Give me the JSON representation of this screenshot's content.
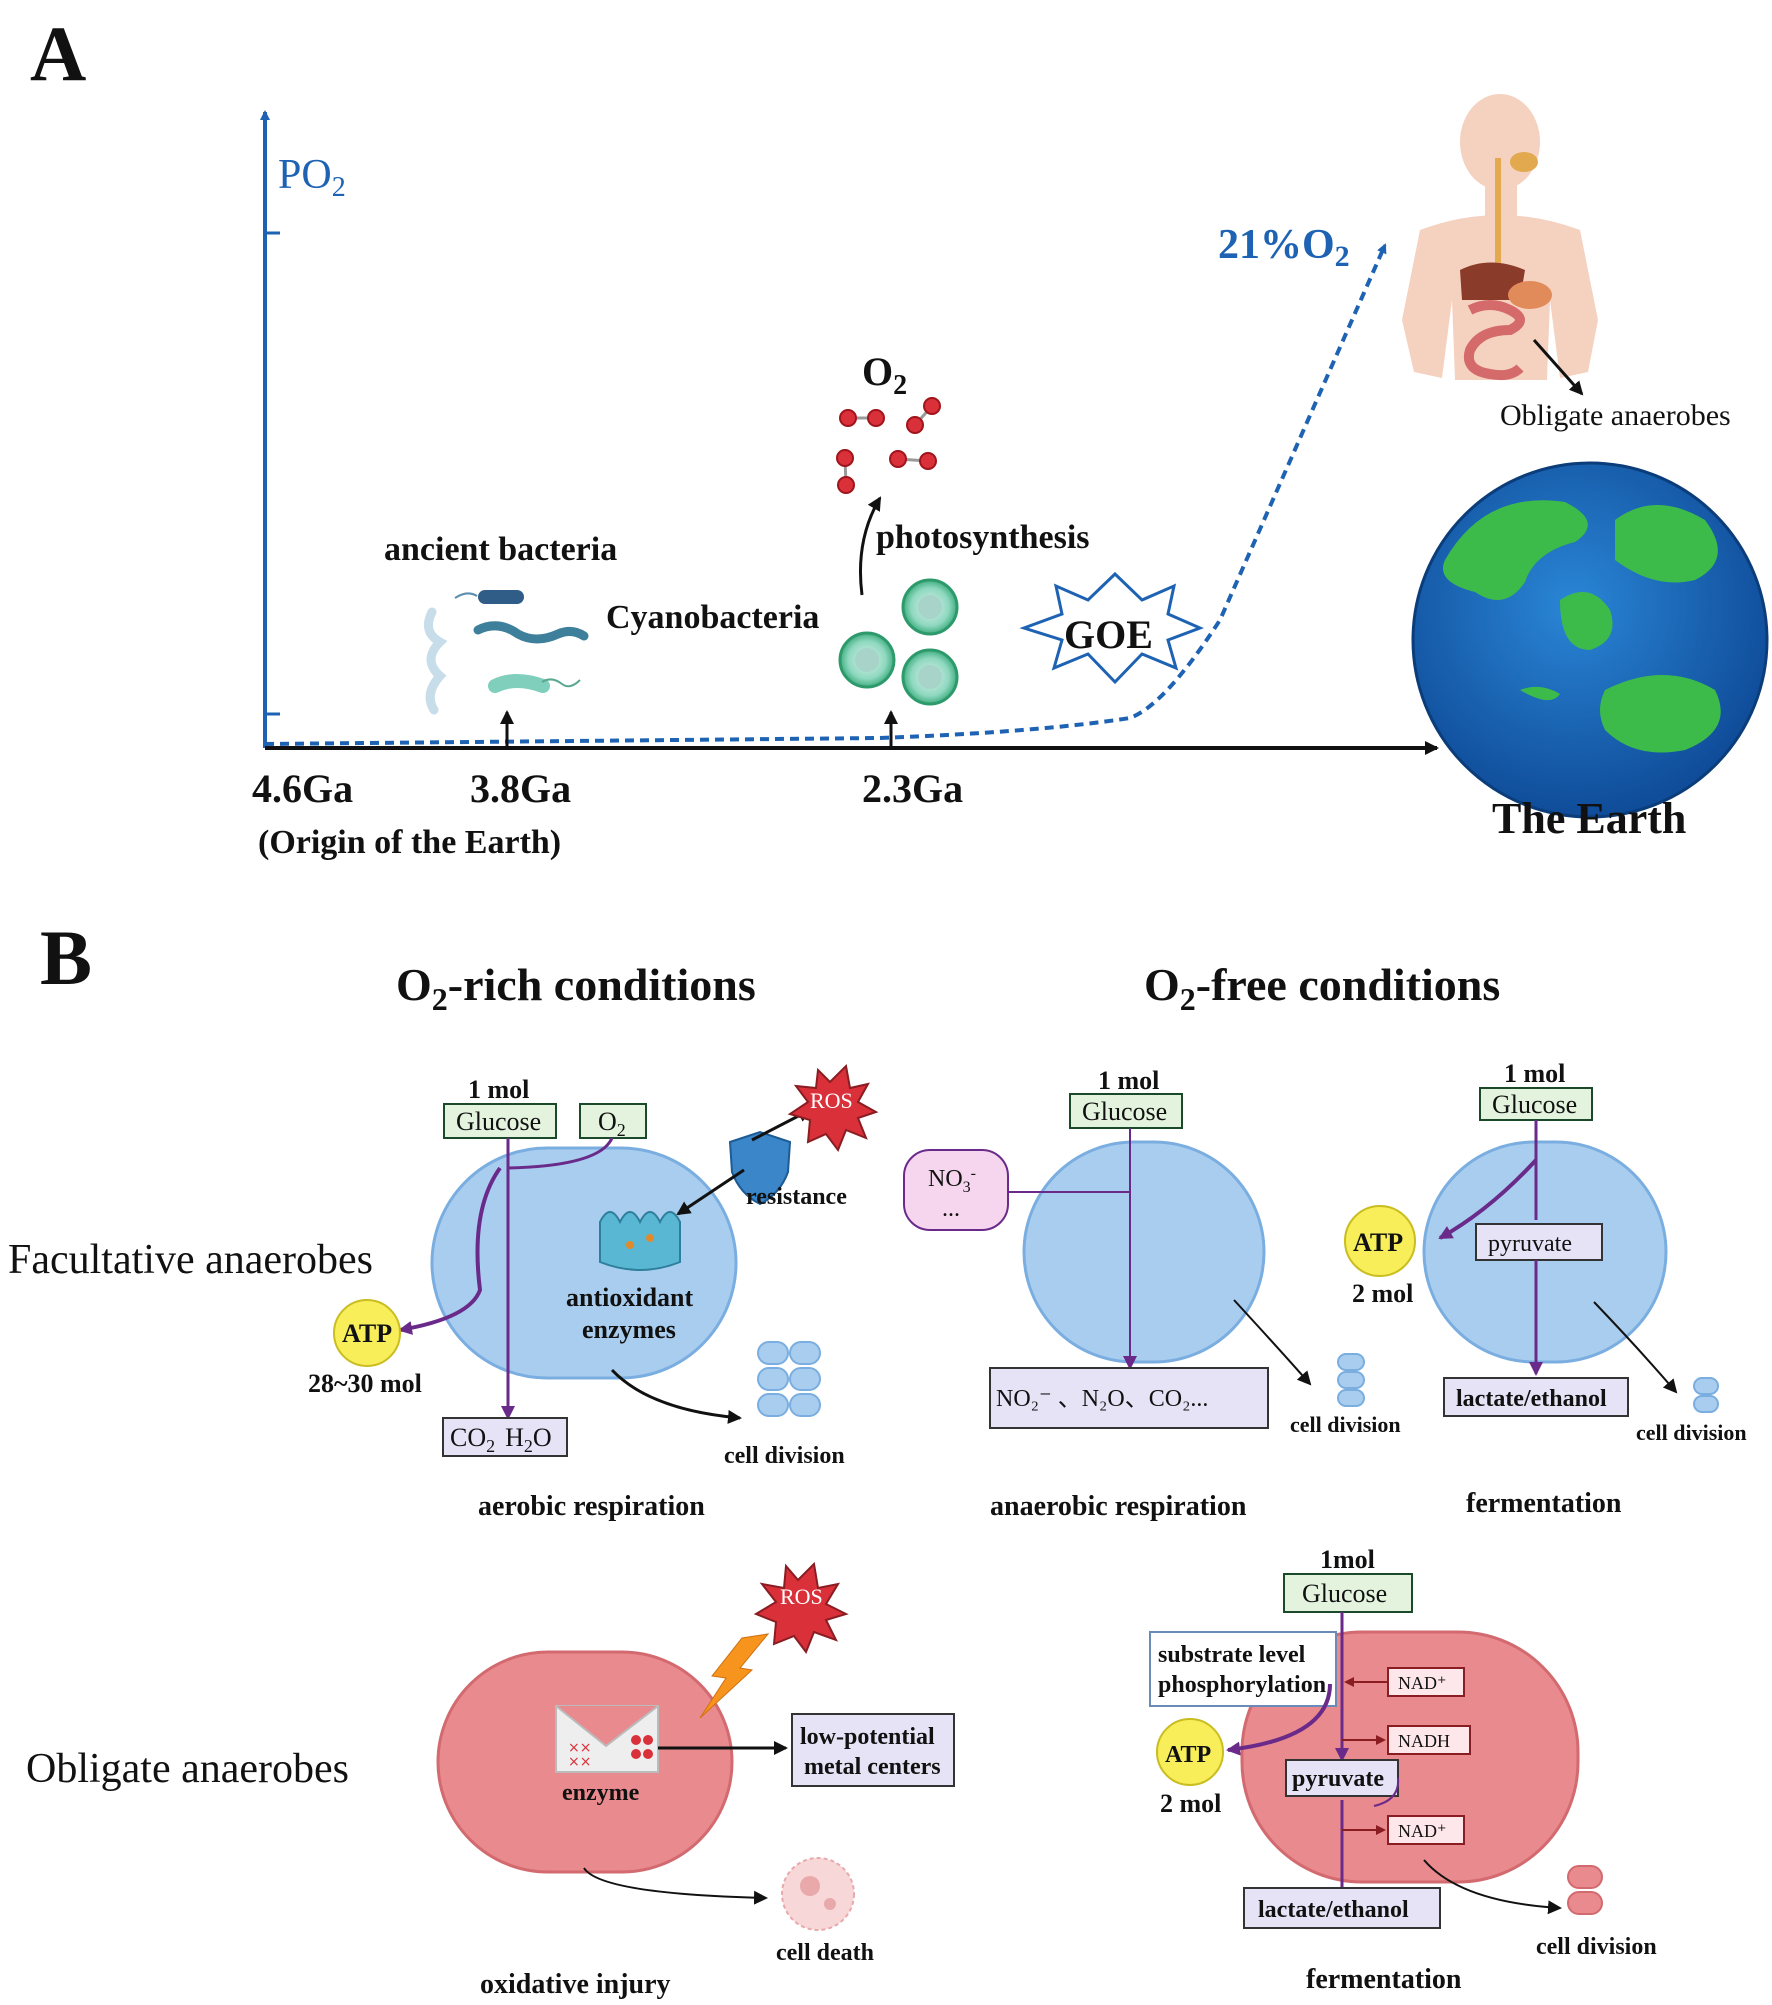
{
  "panel_a": {
    "letter": "A",
    "y_axis_label": "PO",
    "y_axis_label_sub": "2",
    "o2_level_label": "21%O",
    "o2_level_label_sub": "2",
    "x_ticks": [
      {
        "label": "4.6Ga",
        "sub": "(Origin of the Earth)"
      },
      {
        "label": "3.8Ga"
      },
      {
        "label": "2.3Ga"
      }
    ],
    "ancient_bacteria": "ancient bacteria",
    "cyanobacteria": "Cyanobacteria",
    "photosynthesis": "photosynthesis",
    "o2_title": "O",
    "o2_title_sub": "2",
    "goe": "GOE",
    "obligate_anaerobes": "Obligate anaerobes",
    "earth": "The Earth"
  },
  "panel_b": {
    "letter": "B",
    "col_rich": {
      "pre": "O",
      "sub": "2",
      "post": "-rich conditions"
    },
    "col_free": {
      "pre": "O",
      "sub": "2",
      "post": "-free conditions"
    },
    "row_facultative": "Facultative anaerobes",
    "row_obligate": "Obligate anaerobes",
    "aerobic": {
      "mol": "1 mol",
      "glucose": "Glucose",
      "o2": "O",
      "o2_sub": "2",
      "ros": "ROS",
      "resistance": "resistance",
      "antioxidant": "antioxidant",
      "enzymes": "enzymes",
      "atp": "ATP",
      "atp_mol": "28~30 mol",
      "products": "CO",
      "products_sub": "2",
      "products_h": "H",
      "products_h_sub": "2",
      "products_o": "O",
      "cell_division": "cell division",
      "caption": "aerobic respiration"
    },
    "anaerobic": {
      "mol": "1 mol",
      "glucose": "Glucose",
      "no3": "NO",
      "no3_sub": "3",
      "no3_sup": "-",
      "ellipsis": "...",
      "products": "NO₂⁻ 、N₂O、CO₂...",
      "cell_division": "cell division",
      "caption": "anaerobic respiration"
    },
    "fermentation_fac": {
      "mol": "1 mol",
      "glucose": "Glucose",
      "atp": "ATP",
      "atp_mol": "2 mol",
      "pyruvate": "pyruvate",
      "products": "lactate/ethanol",
      "cell_division": "cell division",
      "caption": "fermentation"
    },
    "oxidative": {
      "ros": "ROS",
      "enzyme": "enzyme",
      "metal_1": "low-potential",
      "metal_2": "metal centers",
      "cell_death": "cell death",
      "caption": "oxidative injury"
    },
    "fermentation_obl": {
      "mol": "1mol",
      "glucose": "Glucose",
      "substrate_1": "substrate level",
      "substrate_2": "phosphorylation",
      "nad1": "NAD⁺",
      "nadh": "NADH",
      "nad2": "NAD⁺",
      "atp": "ATP",
      "atp_mol": "2 mol",
      "pyruvate": "pyruvate",
      "products": "lactate/ethanol",
      "cell_division": "cell division",
      "caption": "fermentation"
    }
  },
  "colors": {
    "axis_blue": "#1e63b3",
    "cell_blue": "#a9cdee",
    "cell_pink": "#e98a8e",
    "atp_yellow": "#f7ee5a",
    "ros_red": "#d9303a",
    "purple_arrow": "#6a2a8a",
    "glucose_green": "#e3f3dd",
    "product_lilac": "#e6e3f6"
  }
}
